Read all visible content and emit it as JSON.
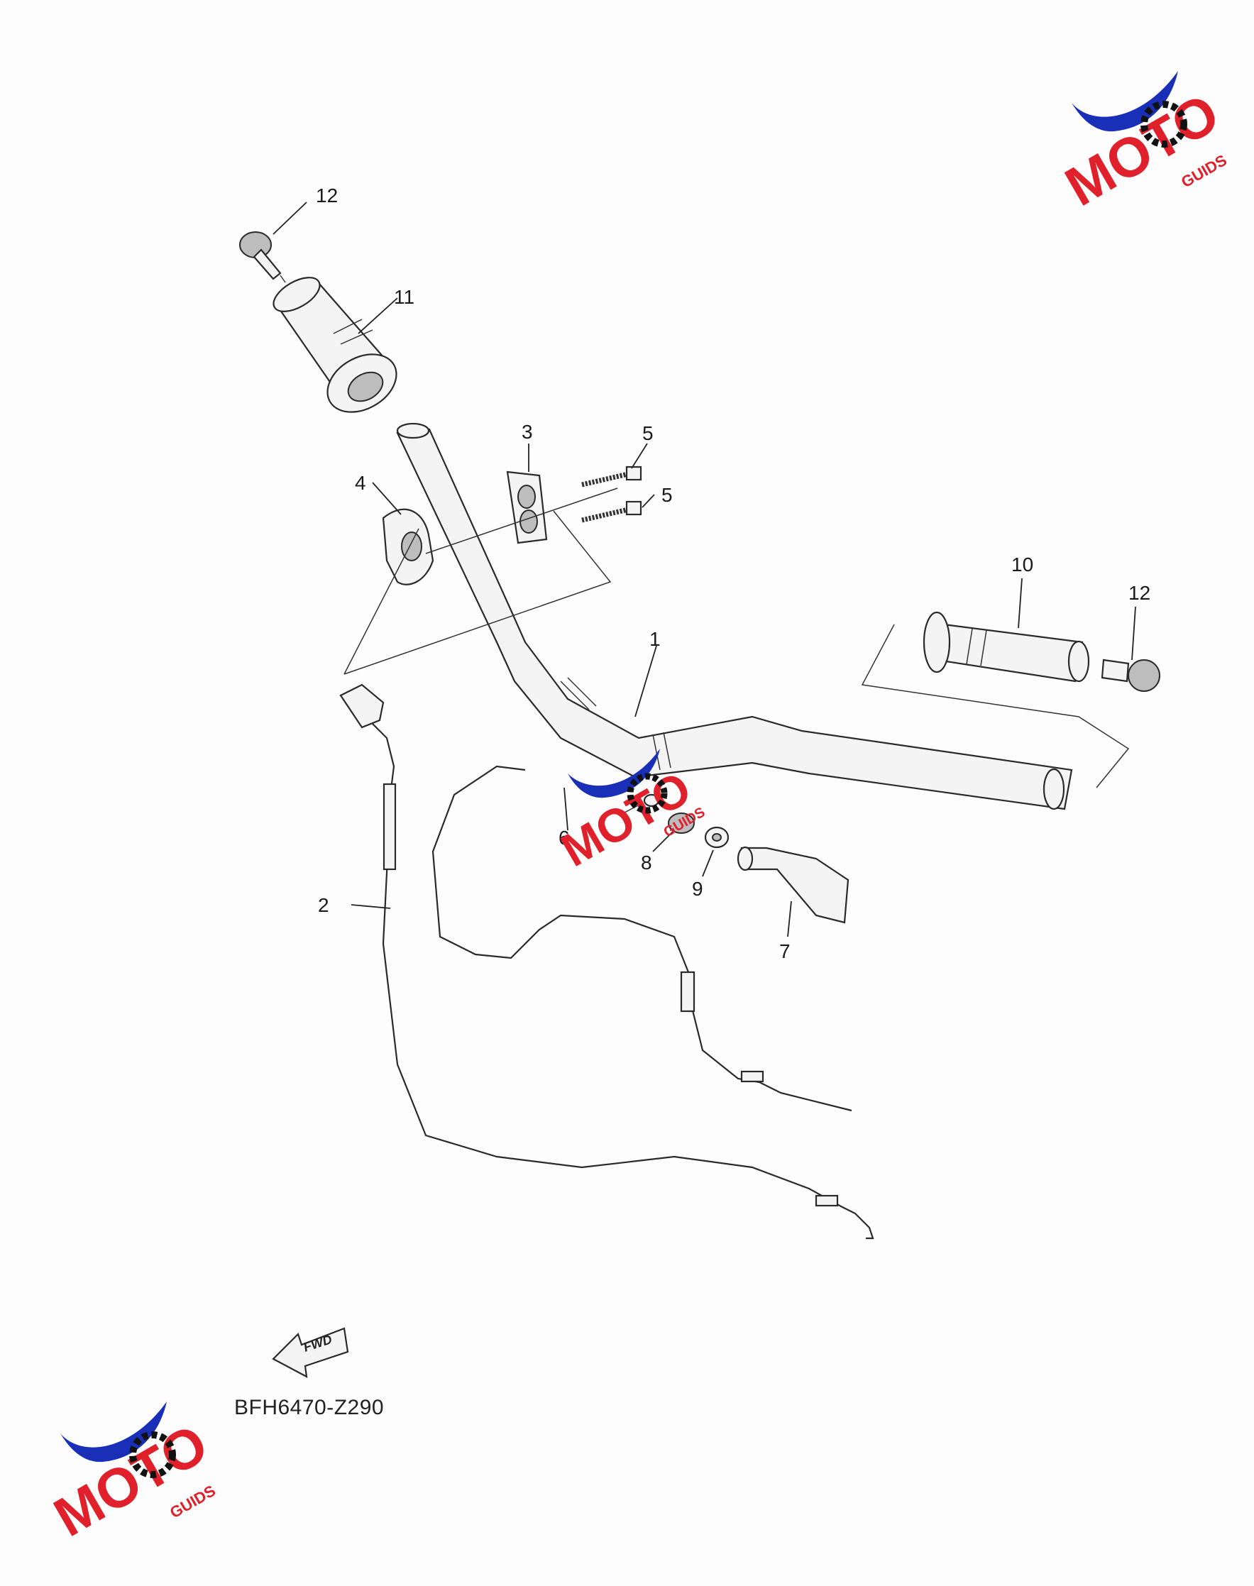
{
  "diagram": {
    "callouts": [
      {
        "id": "c1",
        "label": "1"
      },
      {
        "id": "c2",
        "label": "2"
      },
      {
        "id": "c3",
        "label": "3"
      },
      {
        "id": "c4",
        "label": "4"
      },
      {
        "id": "c5a",
        "label": "5"
      },
      {
        "id": "c5b",
        "label": "5"
      },
      {
        "id": "c6",
        "label": "6"
      },
      {
        "id": "c7",
        "label": "7"
      },
      {
        "id": "c8",
        "label": "8"
      },
      {
        "id": "c9",
        "label": "9"
      },
      {
        "id": "c10",
        "label": "10"
      },
      {
        "id": "c11",
        "label": "11"
      },
      {
        "id": "c12a",
        "label": "12"
      },
      {
        "id": "c12b",
        "label": "12"
      }
    ],
    "fwd_label": "FWD",
    "diagram_code": "BFH6470-Z290"
  },
  "watermark": {
    "brand_text": "MOTO",
    "sub_text": "GUIDS",
    "colors": {
      "swoosh": "#1a2fb8",
      "letters": "#e0202a",
      "gear": "#111111"
    }
  }
}
